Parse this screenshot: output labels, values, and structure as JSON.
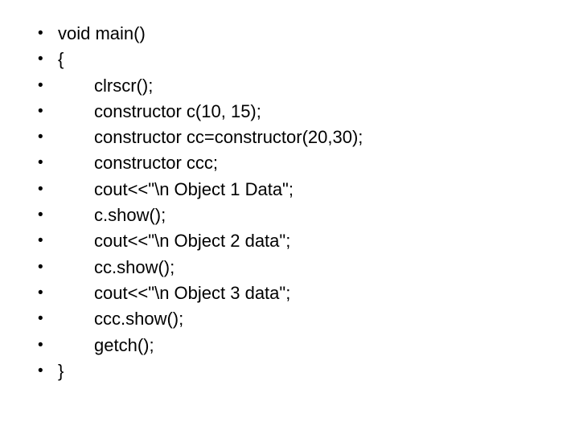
{
  "slide": {
    "background_color": "#ffffff",
    "text_color": "#000000",
    "bullet_glyph": "•",
    "lines": [
      {
        "indent": 0,
        "text": "void main()"
      },
      {
        "indent": 0,
        "text": "{"
      },
      {
        "indent": 1,
        "text": "clrscr();"
      },
      {
        "indent": 1,
        "text": "constructor c(10, 15);"
      },
      {
        "indent": 1,
        "text": "constructor cc=constructor(20,30);"
      },
      {
        "indent": 1,
        "text": "constructor ccc;"
      },
      {
        "indent": 1,
        "text": "cout<<\"\\n Object 1 Data\";"
      },
      {
        "indent": 1,
        "text": "c.show();"
      },
      {
        "indent": 1,
        "text": "cout<<\"\\n Object 2 data\";"
      },
      {
        "indent": 1,
        "text": "cc.show();"
      },
      {
        "indent": 1,
        "text": "cout<<\"\\n Object 3 data\";"
      },
      {
        "indent": 1,
        "text": "ccc.show();"
      },
      {
        "indent": 1,
        "text": "getch();"
      },
      {
        "indent": 0,
        "text": "}"
      }
    ]
  }
}
